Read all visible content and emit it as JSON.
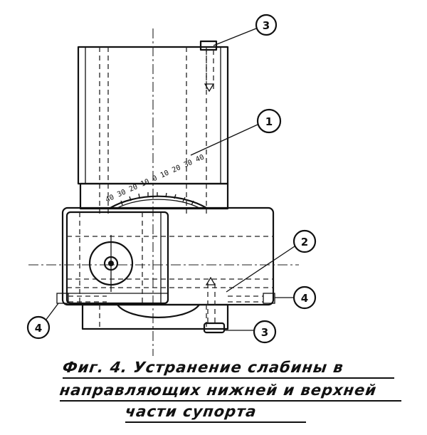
{
  "callouts": {
    "c1": "1",
    "c2": "2",
    "c3_top": "3",
    "c3_bottom": "3",
    "c4_left": "4",
    "c4_right": "4"
  },
  "scale_labels": "40 30 20 10 0 10 20 30 40",
  "caption": {
    "line1": "Фиг. 4. Устранение слабины в",
    "line2": "направляющих нижней и верхней",
    "line3": "части супорта"
  }
}
